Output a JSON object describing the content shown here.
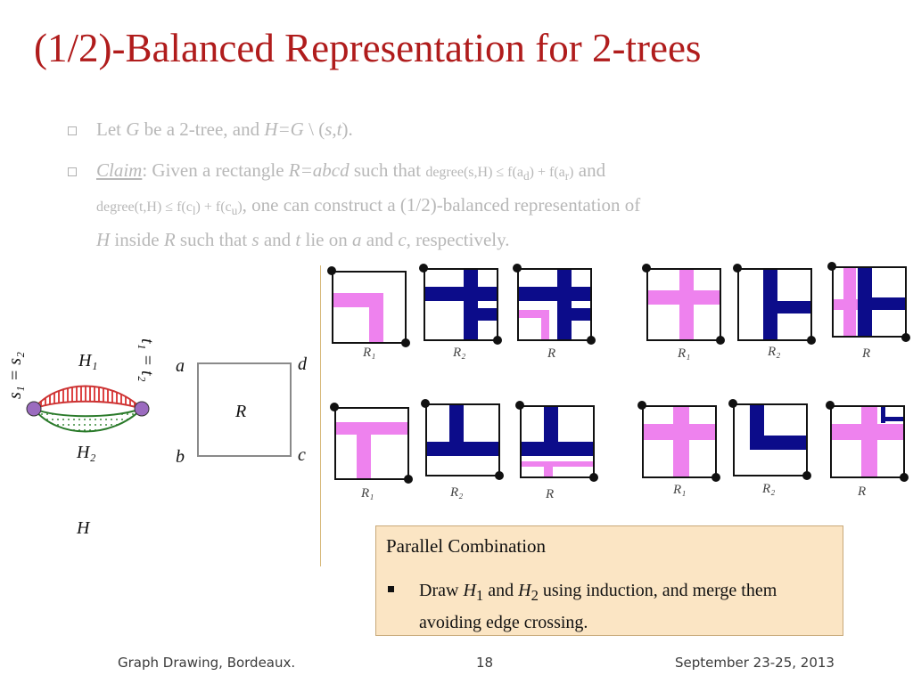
{
  "slide": {
    "title": "(1/2)-Balanced Representation for 2-trees",
    "bullet1": {
      "t1": "Let ",
      "g": "G",
      "t2": " be a 2-tree, and ",
      "h": "H=G",
      "t3": " \\ (",
      "s": "s",
      "comma": ",",
      "t": "t",
      "end": ")."
    },
    "bullet2": {
      "claim": "Claim",
      "after_claim": ": Given a rectangle ",
      "r": "R=abcd",
      "such": " such that ",
      "deg1": "degree(s,H) ≤ f(a",
      "d": "d",
      "plus1": ") + f(a",
      "r_sub": "r",
      "close1": ")",
      "and1": " and",
      "deg2": "degree(t,H) ≤ f(c",
      "l": "l",
      "plus2": ") + f(c",
      "u": "u",
      "close2": ")",
      "rest": ", one can construct a (1/2)-balanced representation of",
      "h2": "H",
      "inside": " inside ",
      "r2": "R",
      "such2": " such that ",
      "s": "s",
      "and2": " and ",
      "t": "t",
      "lieon": " lie on ",
      "a": "a",
      "and3": " and ",
      "c": "c",
      "resp": ", respectively."
    },
    "diagram": {
      "eq_left": "s₁ = s₂",
      "eq_right": "t₁ = t₂",
      "h1": "H₁",
      "h2": "H₂",
      "h": "H",
      "corner_a": "a",
      "corner_b": "b",
      "corner_c": "c",
      "corner_d": "d",
      "rect_label": "R"
    },
    "tile_captions": {
      "r1": "R₁",
      "r2": "R₂",
      "r": "R"
    },
    "box": {
      "title": "Parallel Combination",
      "draw": "Draw ",
      "h1": "H",
      "sub1": "1",
      "and": " and ",
      "h2": "H",
      "sub2": "2",
      "rest": " using induction, and merge them avoiding edge crossing."
    },
    "footer": {
      "left": "Graph Drawing, Bordeaux.",
      "page": "18",
      "date": "September 23-25, 2013"
    },
    "colors": {
      "title": "#b01c1c",
      "pink": "#ee82ee",
      "navy": "#0c0c8a",
      "vertex": "#9b6bbf"
    }
  }
}
